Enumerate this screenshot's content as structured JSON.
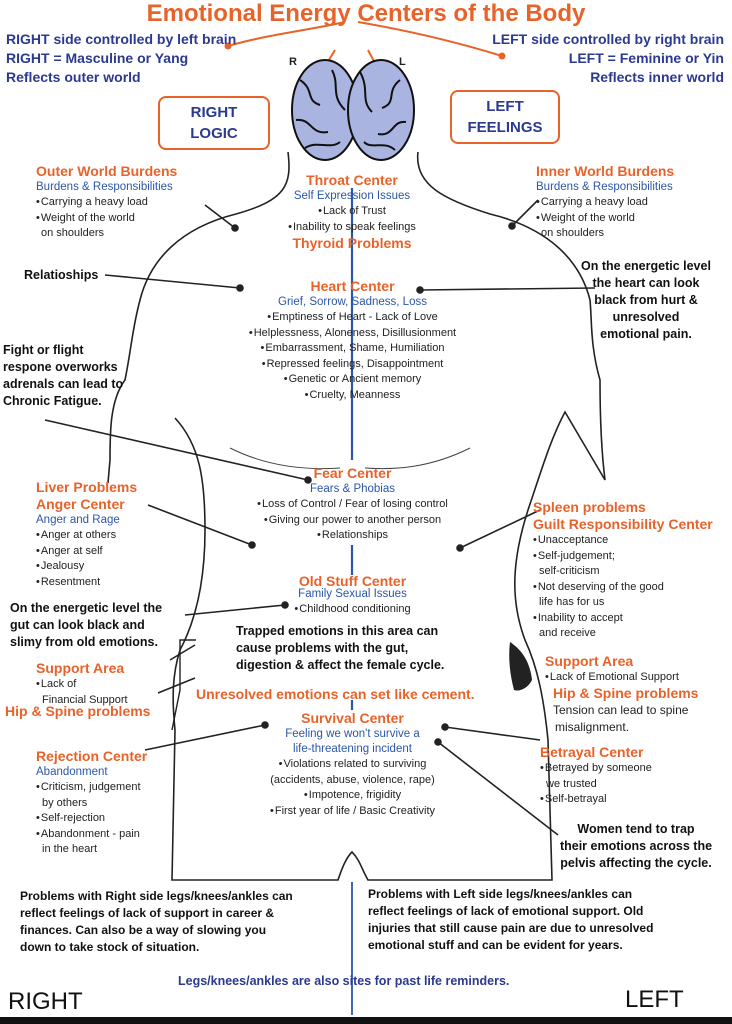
{
  "title": "Emotional Energy Centers of the Body",
  "left_header": [
    "RIGHT side controlled by left brain",
    "RIGHT = Masculine or Yang",
    "Reflects outer world"
  ],
  "right_header": [
    "LEFT side controlled by right brain",
    "LEFT = Feminine or Yin",
    "Reflects inner world"
  ],
  "brain": {
    "r": "R",
    "l": "L"
  },
  "box_right": [
    "RIGHT",
    "LOGIC"
  ],
  "box_left": [
    "LEFT",
    "FEELINGS"
  ],
  "outer": {
    "title": "Outer World Burdens",
    "sub": "Burdens & Responsibilities",
    "items": [
      "Carrying a heavy load",
      "Weight of the world",
      "on shoulders"
    ]
  },
  "inner": {
    "title": "Inner World Burdens",
    "sub": "Burdens & Responsibilities",
    "items": [
      "Carrying a heavy load",
      "Weight of the world",
      "on shoulders"
    ]
  },
  "throat": {
    "title": "Throat Center",
    "sub": "Self Expression Issues",
    "items": [
      "Lack of Trust",
      "Inability to speak feelings"
    ],
    "footer": "Thyroid Problems"
  },
  "relationships": "Relatioships",
  "energetic_heart": [
    "On the energetic level",
    "the heart can look",
    "black from  hurt &",
    "unresolved",
    "emotional pain."
  ],
  "heart": {
    "title": "Heart Center",
    "sub": "Grief, Sorrow, Sadness, Loss",
    "items": [
      "Emptiness of Heart - Lack of Love",
      "Helplessness, Aloneness, Disillusionment",
      "Embarrassment, Shame, Humiliation",
      "Repressed feelings, Disappointment",
      "Genetic or Ancient memory",
      "Cruelty, Meanness"
    ]
  },
  "fight": [
    "Fight or flight",
    "respone overworks",
    "adrenals can lead to",
    "Chronic Fatigue."
  ],
  "fear": {
    "title": "Fear Center",
    "sub": "Fears & Phobias",
    "items": [
      "Loss of Control / Fear of losing control",
      "Giving our power to another person",
      "Relationships"
    ]
  },
  "liver": {
    "title1": "Liver Problems",
    "title2": "Anger Center",
    "sub": "Anger and Rage",
    "items": [
      "Anger at others",
      "Anger at self",
      "Jealousy",
      "Resentment"
    ]
  },
  "spleen": {
    "title1": "Spleen problems",
    "title2": "Guilt Responsibility Center",
    "items": [
      "Unacceptance",
      "Self-judgement;",
      "self-criticism",
      "Not deserving of the good",
      "life has for us",
      "Inability to accept",
      "and receive"
    ]
  },
  "oldstuff": {
    "title": "Old Stuff Center",
    "sub": "Family Sexual Issues",
    "items": [
      "Childhood conditioning"
    ]
  },
  "gut": [
    "On the energetic level the",
    "gut can look black and",
    "slimy from old emotions."
  ],
  "trapped": [
    "Trapped emotions in this area can",
    "cause problems with the gut,",
    "digestion & affect the female cycle."
  ],
  "support_right": {
    "title": "Support Area",
    "items": [
      "Lack of",
      "Financial Support"
    ],
    "footer": "Hip & Spine problems"
  },
  "support_left": {
    "title": "Support Area",
    "items": [
      "Lack of Emotional Support"
    ],
    "footer": "Hip & Spine problems",
    "note": [
      "Tension can lead to spine",
      "misalignment."
    ]
  },
  "cement": "Unresolved emotions can set like cement.",
  "survival": {
    "title": "Survival Center",
    "sub": [
      "Feeling we won't survive a",
      "life-threatening incident"
    ],
    "items": [
      "Violations related to surviving",
      "(accidents, abuse, violence, rape)",
      "Impotence, frigidity",
      "First year of life / Basic Creativity"
    ]
  },
  "rejection": {
    "title": "Rejection Center",
    "sub": "Abandonment",
    "items": [
      "Criticism, judgement",
      "by others",
      "Self-rejection",
      "Abandonment - pain",
      "in the heart"
    ]
  },
  "betrayal": {
    "title": "Betrayal Center",
    "items": [
      "Betrayed by someone",
      "we trusted",
      "Self-betrayal"
    ]
  },
  "women": [
    "Women tend to trap",
    "their emotions across the",
    "pelvis affecting the cycle."
  ],
  "legs_right": [
    "Problems with Right side legs/knees/ankles can",
    "reflect feelings of lack of support in career &",
    "finances. Can also be a way of slowing you",
    "down to take stock of situation."
  ],
  "legs_left": [
    "Problems with Left side legs/knees/ankles can",
    "reflect feelings of lack of emotional support. Old",
    "injuries that still cause pain are due to unresolved",
    "emotional stuff and can be evident for years."
  ],
  "past_life": "Legs/knees/ankles are also sites for past life reminders.",
  "corner_right": "RIGHT",
  "corner_left": "LEFT",
  "colors": {
    "orange": "#e8632a",
    "navy": "#2b3990",
    "blue": "#2b57a8",
    "brain": "#aab4e0"
  }
}
